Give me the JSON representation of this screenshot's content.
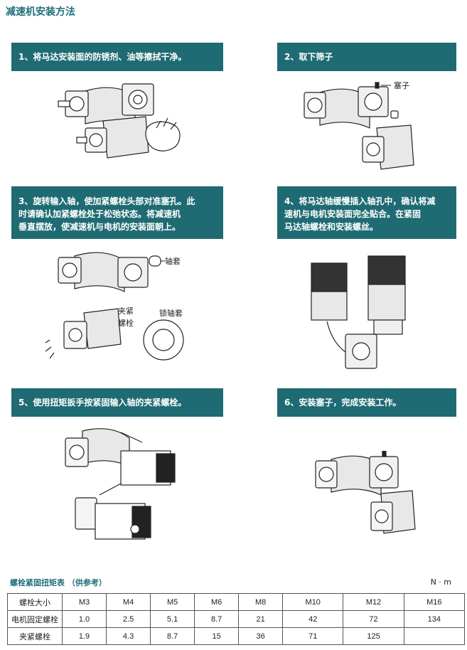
{
  "page_title": "减速机安装方法",
  "steps": [
    {
      "lines": [
        "1、将马达安装面的防锈剂、油等擦拭干净。"
      ]
    },
    {
      "lines": [
        "2、取下筛子"
      ]
    },
    {
      "lines": [
        "3、旋转输入轴，使加紧螺栓头部对准塞孔。此",
        "时请确认加紧螺栓处于松弛状态。将减速机",
        "垂直摆放，使减速机与电机的安装面朝上。"
      ]
    },
    {
      "lines": [
        "4、将马达轴缓慢插入轴孔中，确认将减",
        "速机与电机安装面完全贴合。在紧固",
        "马达轴螺栓和安装螺丝。"
      ]
    },
    {
      "lines": [
        "5、使用扭矩扳手按紧固输入轴的夹紧螺栓。"
      ]
    },
    {
      "lines": [
        "6、安装塞子，完成安装工作。"
      ]
    }
  ],
  "callouts": {
    "plug": "塞子",
    "sleeve": "轴套",
    "clamp_bolt_1": "夹紧",
    "clamp_bolt_2": "螺栓",
    "lock_sleeve": "锁轴套"
  },
  "torque_table": {
    "title": "螺栓紧固扭矩表  （供参考）",
    "unit": "N · m",
    "header_label": "螺栓大小",
    "sizes": [
      "M3",
      "M4",
      "M5",
      "M6",
      "M8",
      "M10",
      "M12",
      "M16"
    ],
    "rows": [
      {
        "label": "电机固定螺栓",
        "values": [
          "1.0",
          "2.5",
          "5.1",
          "8.7",
          "21",
          "42",
          "72",
          "134"
        ]
      },
      {
        "label": "夹紧螺栓",
        "values": [
          "1.9",
          "4.3",
          "8.7",
          "15",
          "36",
          "71",
          "125",
          ""
        ]
      }
    ]
  }
}
